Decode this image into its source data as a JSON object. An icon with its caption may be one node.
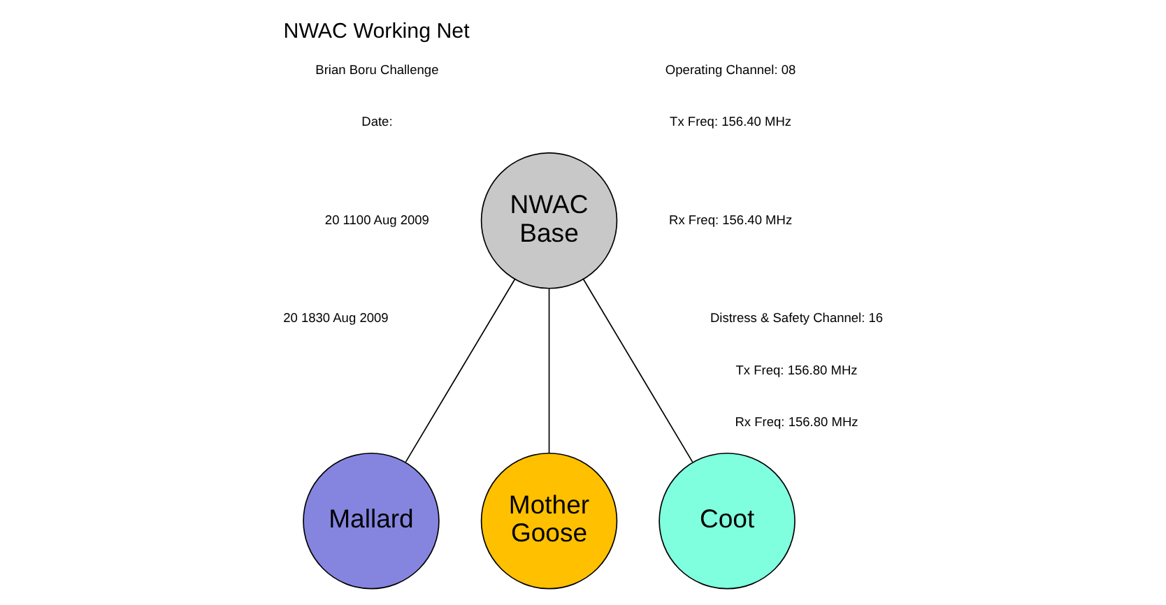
{
  "diagram": {
    "title": "NWAC Working Net",
    "nodes": [
      {
        "text": [
          "NWAC Base"
        ]
      },
      {
        "text": [
          "Mother Goose"
        ]
      },
      {
        "text": [
          "Coot"
        ]
      },
      {
        "text": [
          "Mallard"
        ]
      }
    ],
    "edges": [
      {
        "from": 0,
        "to": 1,
        "arrow": "none"
      },
      {
        "from": 0,
        "to": 2,
        "arrow": "none"
      },
      {
        "from": 0,
        "to": 3,
        "arrow": "none"
      }
    ],
    "labels": [
      "Brian Boru Challenge",
      "Date:",
      "20 1100 Aug 2009",
      "20 1830 Aug 2009",
      "Operating Channel: 08",
      "Tx Freq: 156.40 MHz",
      "Rx Freq: 156.40 MHz",
      "Distress & Safety Channel: 16",
      "Tx Freq: 156.80 MHz",
      "Rx Freq: 156.80 MHz"
    ]
  }
}
